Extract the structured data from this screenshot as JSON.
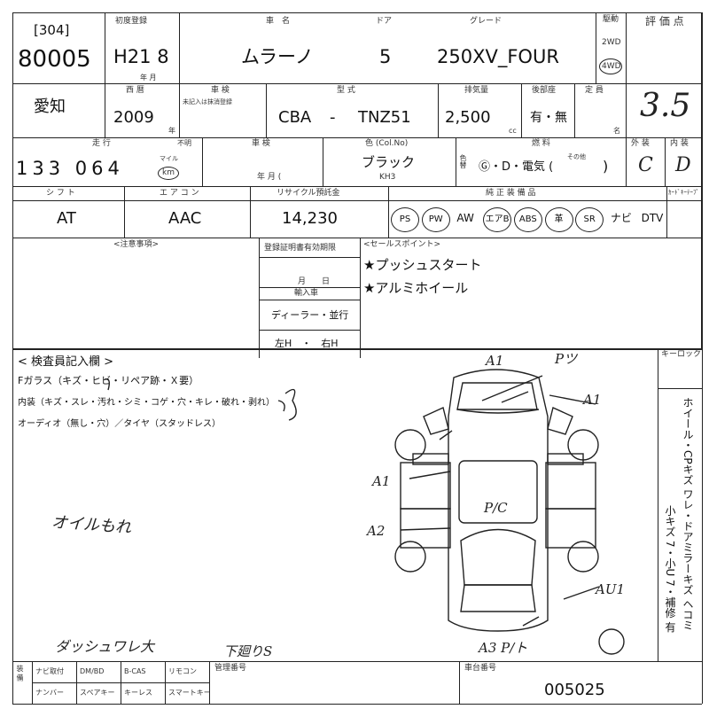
{
  "header": {
    "lot_bracket": "[304]",
    "lot_number": "80005"
  },
  "registration": {
    "label": "初度登録",
    "value": "H21 8",
    "unit": "年 月"
  },
  "vehicle": {
    "name_label": "車　名",
    "name": "ムラーノ",
    "doors_label": "ドア",
    "doors": "5",
    "grade_label": "グレード",
    "grade": "250XV_FOUR"
  },
  "drive": {
    "label": "駆動",
    "options": [
      "2WD",
      "4WD"
    ],
    "selected": "4WD"
  },
  "score": {
    "label": "評 価 点",
    "value": "3.5"
  },
  "region": {
    "value": "愛知"
  },
  "year": {
    "label": "西 暦",
    "value": "2009",
    "unit": "年"
  },
  "inspection": {
    "label": "車 検",
    "note": "未記入は抹消登録"
  },
  "model": {
    "label": "型 式",
    "prefix": "CBA",
    "dash": "-",
    "value": "TNZ51"
  },
  "displacement": {
    "label": "排気量",
    "value": "2,500",
    "unit": "cc"
  },
  "recycle_tax": {
    "label": "後部座",
    "value": "有・無"
  },
  "capacity": {
    "label": "定 員",
    "unit": "名"
  },
  "mileage": {
    "label": "走 行",
    "value": "133 064",
    "unit_top": "マイル",
    "unit": "km",
    "note": "不明"
  },
  "inspect_date": {
    "label": "車 検",
    "unit": "年 月 ("
  },
  "color": {
    "label": "色 (Col.No)",
    "value": "ブラック",
    "code": "KH3",
    "change_label": "色替"
  },
  "fuel": {
    "label": "燃 料",
    "value": "Ⓖ・D・電気 (",
    "other": "その他",
    "close": ")"
  },
  "exterior": {
    "label": "外 装",
    "value": "C"
  },
  "interior": {
    "label": "内 装",
    "value": "D"
  },
  "shift": {
    "label": "シ フ ト",
    "value": "AT"
  },
  "aircon": {
    "label": "エ ア コ ン",
    "value": "AAC"
  },
  "recycle": {
    "label": "リサイクル預託金",
    "value": "14,230"
  },
  "equipment": {
    "label": "純 正 装 備 品",
    "items": [
      "PS",
      "PW",
      "AW",
      "エアB",
      "ABS",
      "革",
      "SR",
      "ナビ",
      "DTV"
    ],
    "circled": [
      "PS",
      "PW",
      "エアB",
      "ABS",
      "革",
      "SR"
    ]
  },
  "remote": {
    "label": "ｶｰﾄﾞｷｰﾃｰﾌﾟ"
  },
  "notes": {
    "label": "<注意事項>"
  },
  "registration_expiry": {
    "label": "登録証明書有効期限",
    "unit": "月　　日",
    "purchase_label": "輸入車",
    "dealer": "ディーラー・並行",
    "steering": "左H　・　右H"
  },
  "sales": {
    "label": "<セールスポイント>",
    "points": [
      "★プッシュスタート",
      "★アルミホイール"
    ]
  },
  "inspector": {
    "title": "< 検査員記入欄 >",
    "line1": "Fガラス（キズ・ヒビ・リペア跡・Ｘ要）",
    "line2": "内装（キズ・スレ・汚れ・シミ・コゲ・穴・キレ・破れ・剥れ）",
    "line3": "オーディオ（無し・穴）／タイヤ（スタッドレス）",
    "handwritten_oil": "オイルもれ",
    "handwritten_dash": "ダッシュワレ大",
    "handwritten_under": "下廻りS"
  },
  "diagram_marks": {
    "a1_top": "A1",
    "p_top": "Pツ",
    "a1_right": "A1",
    "a1_left": "A1",
    "a2_left": "A2",
    "prc_center": "P/C",
    "a1_bottom_right": "AU1",
    "a3_bottom": "A3 P/ト"
  },
  "keylock": {
    "label": "キーロック"
  },
  "side_legend": {
    "text": "ホイール・CPキズ ワレ・ドアミラーキズ ヘコミ",
    "small": "小キズ 7・小U 7・補修 有"
  },
  "bottom": {
    "label_left": "装 備",
    "row1": [
      "ナビ取付",
      "DM/BD",
      "B-CAS",
      "リモコン"
    ],
    "row2": [
      "ナンバー",
      "スペアキー",
      "キーレス",
      "スマートキー"
    ],
    "mgmt_label": "管理番号",
    "chassis_label": "車台番号",
    "chassis_value": "005025"
  }
}
